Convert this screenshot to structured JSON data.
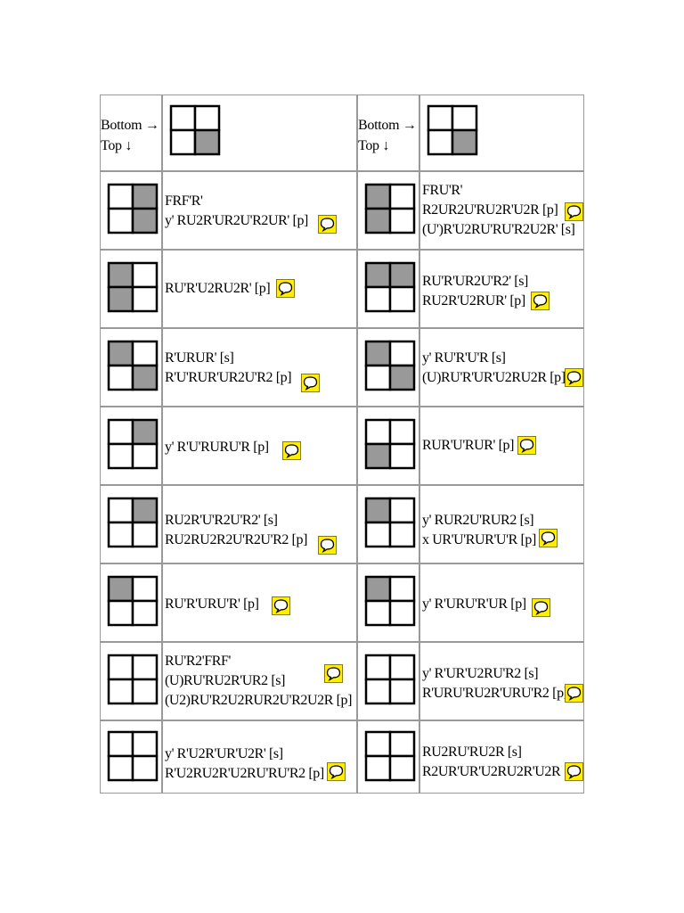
{
  "header": {
    "left": {
      "bottom_label": "Bottom →",
      "top_label": "Top ↓",
      "diagram": "0001"
    },
    "right": {
      "bottom_label": "Bottom →",
      "top_label": "Top ↓",
      "diagram": "0001"
    }
  },
  "rows": [
    {
      "left": {
        "diagram": "0101",
        "algs": [
          "FRF'R'",
          "y' RU2R'UR2U'R2UR' [p]"
        ]
      },
      "right": {
        "diagram": "1010",
        "algs": [
          "FRU'R'",
          "R2UR2U'RU2R'U2R [p]",
          "(U')R'U2RU'RU'R2U2R' [s]"
        ]
      }
    },
    {
      "left": {
        "diagram": "1010",
        "algs": [
          "RU'R'U2RU2R' [p]"
        ]
      },
      "right": {
        "diagram": "1100",
        "algs": [
          "RU'R'UR2U'R2' [s]",
          "RU2R'U2RUR' [p]"
        ]
      }
    },
    {
      "left": {
        "diagram": "1001",
        "algs": [
          "R'URUR' [s]",
          "R'U'RUR'UR2U'R2 [p]"
        ]
      },
      "right": {
        "diagram": "1001",
        "algs": [
          "y' RU'R'U'R [s]",
          "(U)RU'R'UR'U2RU2R [p]"
        ]
      }
    },
    {
      "left": {
        "diagram": "0100",
        "algs": [
          "y' R'U'RURU'R [p]"
        ]
      },
      "right": {
        "diagram": "0010",
        "algs": [
          "RUR'U'RUR' [p]"
        ]
      }
    },
    {
      "left": {
        "diagram": "0100",
        "algs": [
          "RU2R'U'R2U'R2' [s]",
          "RU2RU2R2U'R2U'R2 [p]"
        ]
      },
      "right": {
        "diagram": "1000",
        "algs": [
          "y' RUR2U'RUR2 [s]",
          "x UR'U'RUR'U'R [p]"
        ]
      }
    },
    {
      "left": {
        "diagram": "1000",
        "algs": [
          "RU'R'URU'R' [p]"
        ]
      },
      "right": {
        "diagram": "1000",
        "algs": [
          "y' R'URU'R'UR [p]"
        ]
      }
    },
    {
      "left": {
        "diagram": "0000",
        "algs": [
          "RU'R2'FRF'",
          "(U)RU'RU2R'UR2 [s]",
          "(U2)RU'R2U2RUR2U'R2U2R [p]"
        ]
      },
      "right": {
        "diagram": "0000",
        "algs": [
          "y' R'UR'U2RU'R2 [s]",
          "R'URU'RU2R'URU'R2 [p]"
        ]
      }
    },
    {
      "left": {
        "diagram": "0000",
        "algs": [
          "y' R'U2R'UR'U2R' [s]",
          "R'U2RU2R'U2RU'RU'R2 [p]"
        ]
      },
      "right": {
        "diagram": "0000",
        "algs": [
          "RU2RU'RU2R [s]",
          "R2UR'UR'U2RU2R'U2R [p]"
        ]
      }
    }
  ]
}
